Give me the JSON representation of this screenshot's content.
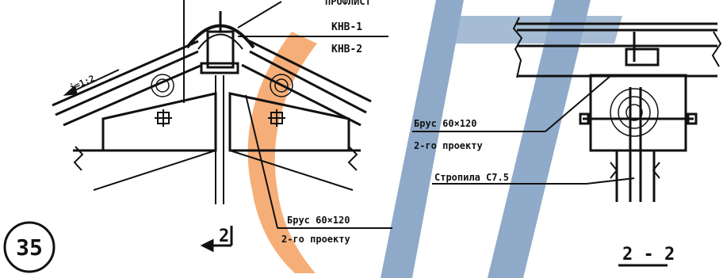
{
  "labels": {
    "top_cut": "ПРОФЛИСТ",
    "kn1": "КНВ-1",
    "kn2": "КНВ-2",
    "slope": "i=1:2",
    "beam_right_1": "Брус 60×120",
    "beam_right_2": "2-го проекту",
    "bottom_beam_1": "Брус 60×120",
    "bottom_beam_2": "2-го проекту",
    "rafter": "Стропила С7.5",
    "section_ref": "2",
    "section_title": "2 - 2",
    "sheet_number": "35"
  },
  "colors": {
    "ink": "#111111",
    "watermark_orange": "#f4a060",
    "watermark_blue": "#7c9cc0"
  }
}
